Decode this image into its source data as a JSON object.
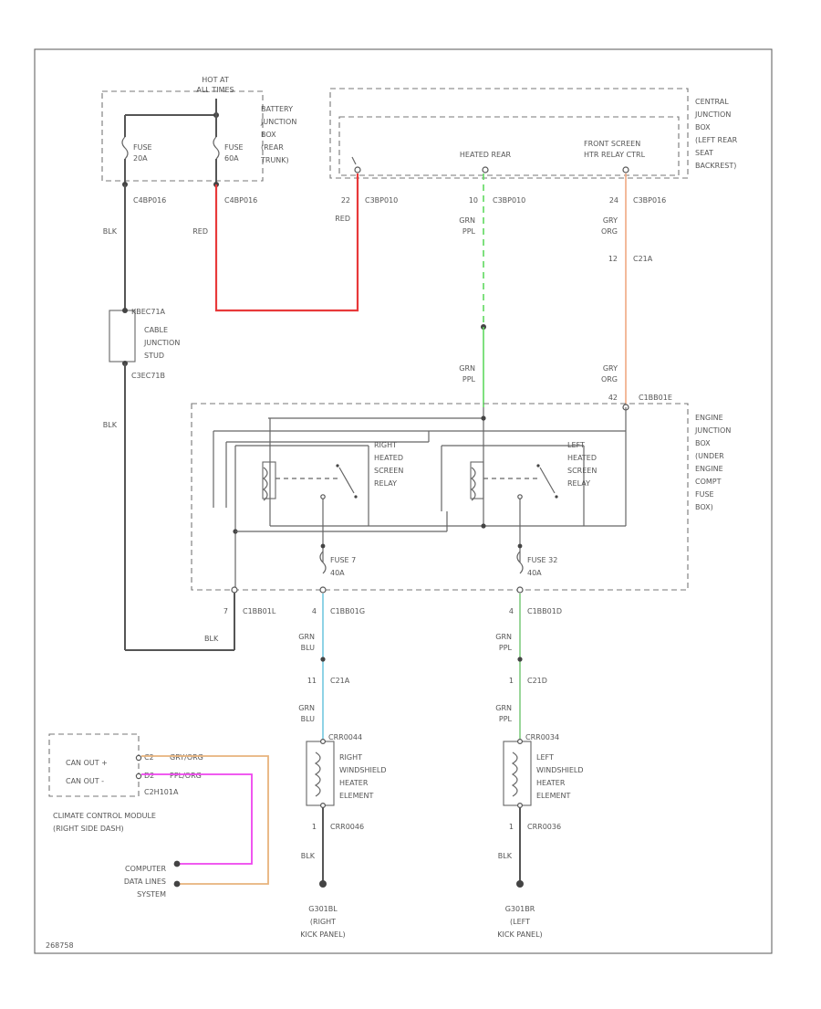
{
  "colors": {
    "red_wire": "#e8393a",
    "green_wire": "#5fd85f",
    "orange_wire": "#f0a982",
    "blue_wire": "#8fd3e6",
    "lightgreen_wire": "#9ad69a",
    "pink_wire": "#ee44ee",
    "tan_wire": "#e8b37c",
    "line": "#555555"
  },
  "battery_box": {
    "hot_at": "HOT AT",
    "all_times": "ALL TIMES",
    "label": [
      "BATTERY",
      "JUNCTION",
      "BOX",
      "(REAR",
      "TRUNK)"
    ]
  },
  "fuse_a": {
    "name": "FUSE",
    "rating": "20A",
    "conn": "C4BP016"
  },
  "fuse_b": {
    "name": "FUSE",
    "rating": "60A",
    "conn": "C4BP016"
  },
  "cjb": {
    "label": [
      "CENTRAL",
      "JUNCTION",
      "BOX",
      "(LEFT REAR",
      "SEAT",
      "BACKREST)"
    ],
    "module": "HEATED REAR",
    "screen": "FRONT SCREEN",
    "ctrl": "HTR RELAY CTRL"
  },
  "cjb_pins": [
    {
      "pin": "22",
      "conn": "C3BP010"
    },
    {
      "pin": "10",
      "conn": "C3BP010"
    },
    {
      "pin": "24",
      "conn": "C3BP016"
    }
  ],
  "wire_colors": {
    "blk": "BLK",
    "red": "RED",
    "grn": "GRN",
    "ppl": "PPL",
    "gry": "GRY",
    "org": "ORG",
    "blu": "BLU"
  },
  "grey_splice": {
    "pin": "12",
    "conn": "C21A"
  },
  "engine_conn": {
    "pin": "42",
    "conn": "C1BB01E"
  },
  "cable_stud": {
    "top": "KBEC71A",
    "label": [
      "CABLE",
      "JUNCTION",
      "STUD"
    ],
    "bottom": "C3EC71B"
  },
  "ejb": {
    "label": [
      "ENGINE",
      "JUNCTION",
      "BOX",
      "(UNDER",
      "ENGINE",
      "COMPT",
      "FUSE",
      "BOX)"
    ]
  },
  "relay_r": {
    "label": [
      "RIGHT",
      "HEATED",
      "SCREEN",
      "RELAY"
    ]
  },
  "relay_l": {
    "label": [
      "LEFT",
      "HEATED",
      "SCREEN",
      "RELAY"
    ]
  },
  "fuse7": {
    "name": "FUSE 7",
    "rating": "40A"
  },
  "fuse32": {
    "name": "FUSE 32",
    "rating": "40A"
  },
  "ejb_pins": [
    {
      "pin": "7",
      "conn": "C1BB01L"
    },
    {
      "pin": "4",
      "conn": "C1BB01G"
    },
    {
      "pin": "4",
      "conn": "C1BB01D"
    }
  ],
  "splice_r": {
    "pin": "11",
    "conn": "C21A"
  },
  "splice_l": {
    "pin": "1",
    "conn": "C21D"
  },
  "heater_r": {
    "conn": "CRR0044",
    "label": [
      "RIGHT",
      "WINDSHIELD",
      "HEATER",
      "ELEMENT"
    ],
    "pin": "1",
    "conn_b": "CRR0046"
  },
  "heater_l": {
    "conn": "CRR0034",
    "label": [
      "LEFT",
      "WINDSHIELD",
      "HEATER",
      "ELEMENT"
    ],
    "pin": "1",
    "conn_b": "CRR0036"
  },
  "ground_r": [
    "G301BL",
    "(RIGHT",
    "KICK PANEL)"
  ],
  "ground_l": [
    "G301BR",
    "(LEFT",
    "KICK PANEL)"
  ],
  "can_box": {
    "can_out_plus": "CAN OUT +",
    "can_out_minus": "CAN OUT -",
    "pin_hi": "C2",
    "wire_hi": "GRY/ORG",
    "pin_lo": "D2",
    "wire_lo": "PPL/ORG",
    "conn": "C2H101A",
    "module": [
      "CLIMATE CONTROL MODULE",
      "(RIGHT SIDE DASH)"
    ]
  },
  "data_system": [
    "COMPUTER",
    "DATA LINES",
    "SYSTEM"
  ],
  "footer_id": "268758"
}
